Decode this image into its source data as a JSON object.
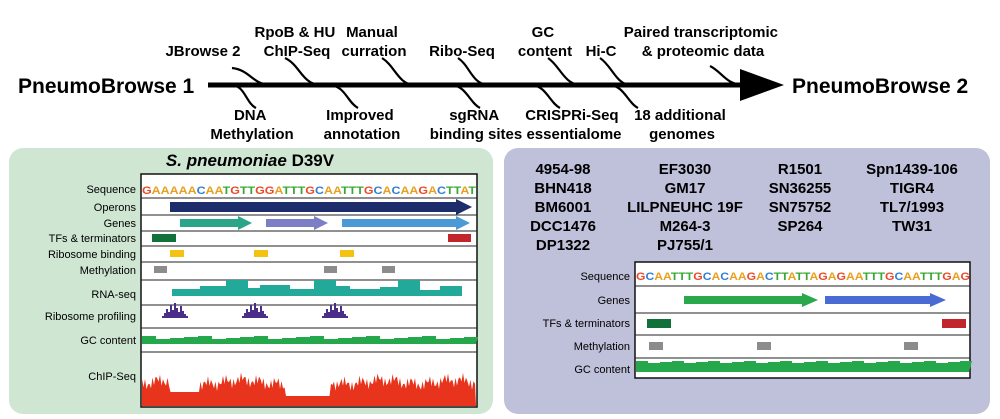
{
  "timeline": {
    "start_label": "PneumoBrowse 1",
    "end_label": "PneumoBrowse 2",
    "features_above": [
      {
        "lines": [
          "JBrowse 2"
        ]
      },
      {
        "lines": [
          "RpoB & HU",
          "ChIP-Seq"
        ]
      },
      {
        "lines": [
          "Manual",
          "curration"
        ]
      },
      {
        "lines": [
          "Ribo-Seq"
        ]
      },
      {
        "lines": [
          "GC",
          "content"
        ]
      },
      {
        "lines": [
          "Hi-C"
        ]
      },
      {
        "lines": [
          "Paired transcriptomic",
          "& proteomic data"
        ]
      }
    ],
    "features_below": [
      {
        "lines": [
          "DNA",
          "Methylation"
        ]
      },
      {
        "lines": [
          "Improved",
          "annotation"
        ]
      },
      {
        "lines": [
          "sgRNA",
          "binding sites"
        ]
      },
      {
        "lines": [
          "CRISPRi-Seq",
          "essentialome"
        ]
      },
      {
        "lines": [
          "18 additional",
          "genomes"
        ]
      }
    ]
  },
  "left_panel": {
    "title_italic": "S. pneumoniae",
    "title_strain": "D39V",
    "sequence": "GAAAAACAATGTTGGATTTGCAATTTGCACAAGACTTAT",
    "tracks": [
      "Sequence",
      "Operons",
      "Genes",
      "TFs & terminators",
      "Ribosome binding",
      "Methylation",
      "RNA-seq",
      "Ribosome profiling",
      "GC content",
      "ChIP-Seq"
    ]
  },
  "right_panel": {
    "genome_columns": [
      [
        "4954-98",
        "BHN418",
        "BM6001",
        "DCC1476",
        "DP1322"
      ],
      [
        "EF3030",
        "GM17",
        "LILPNEUHC 19F",
        "M264-3",
        "PJ755/1"
      ],
      [
        "R1501",
        "SN36255",
        "SN75752",
        "SP264"
      ],
      [
        "Spn1439-106",
        "TIGR4",
        "TL7/1993",
        "TW31"
      ]
    ],
    "sequence": "GCAATTTGCACAAGACTTATTAGAGAATTTGCAATTTGAG",
    "tracks": [
      "Sequence",
      "Genes",
      "TFs & terminators",
      "Methylation",
      "GC content"
    ]
  },
  "colors": {
    "left_bg": "#cfe6d3",
    "right_bg": "#bfc0da",
    "base_A": "#e8a020",
    "base_C": "#2e7fd6",
    "base_G": "#e84a2a",
    "base_T": "#3aa836",
    "operon": "#1d2d6b",
    "gene_teal": "#2aa58a",
    "gene_purple": "#7c7fc4",
    "gene_blue": "#4b9ad6",
    "gene_green": "#2aa94c",
    "gene_blue2": "#4a6bd4",
    "tf_green": "#12703a",
    "terminator": "#c0262b",
    "rbs": "#f5c211",
    "methyl": "#8c8c8c",
    "rnaseq": "#23a99a",
    "riboprof": "#4b2d8a",
    "gc": "#25a84c",
    "chip": "#e8341c"
  }
}
